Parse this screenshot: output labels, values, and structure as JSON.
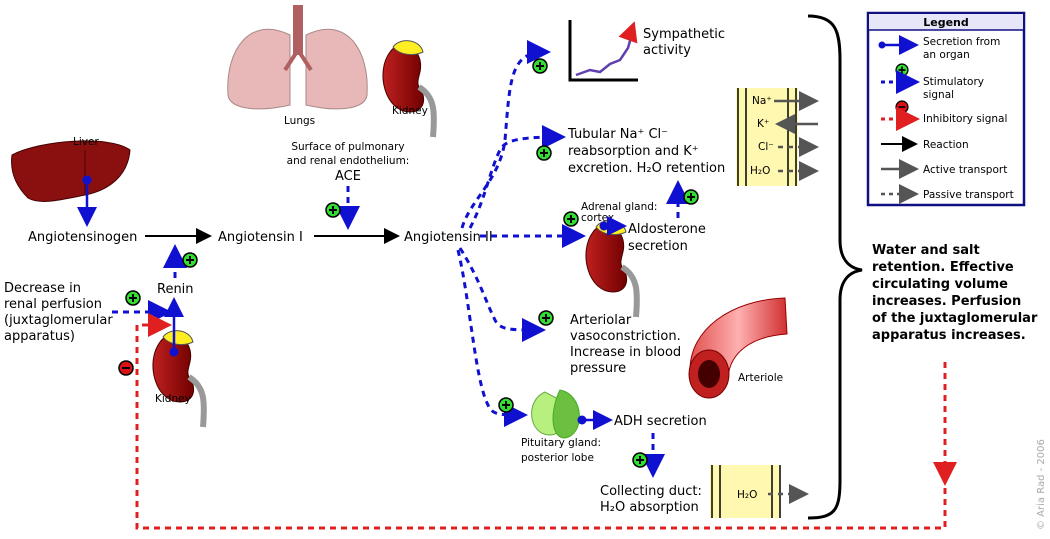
{
  "colors": {
    "stimulatory": "#1010d0",
    "inhibitory": "#e02020",
    "plus": "#33dd33",
    "minus": "#dd1111",
    "legend_border": "#101080",
    "membrane": "#fff8b0"
  },
  "labels": {
    "liver": "Liver",
    "lungs": "Lungs",
    "kidney_top": "Kidney",
    "kidney_bottom": "Kidney",
    "ace": [
      "Surface of pulmonary",
      "and renal endothelium:",
      "ACE"
    ],
    "angiotensinogen": "Angiotensinogen",
    "angiotensin1": "Angiotensin I",
    "angiotensin2": "Angiotensin II",
    "renin": "Renin",
    "perfusion": [
      "Decrease in",
      "renal perfusion",
      "(juxtaglomerular",
      "apparatus)"
    ],
    "sympathetic": [
      "Sympathetic",
      "activity"
    ],
    "tubular": [
      "Tubular Na⁺ Cl⁻",
      "reabsorption and K⁺",
      "excretion. H₂O retention"
    ],
    "adrenal": [
      "Adrenal gland:",
      "cortex"
    ],
    "aldosterone": [
      "Aldosterone",
      "secretion"
    ],
    "arteriolar": [
      "Arteriolar",
      "vasoconstriction.",
      "Increase in blood",
      "pressure"
    ],
    "arteriole": "Arteriole",
    "pituitary": [
      "Pituitary gland:",
      "posterior lobe"
    ],
    "adh": "ADH secretion",
    "collecting": [
      "Collecting duct:",
      "H₂O absorption"
    ],
    "ions": [
      "Na⁺",
      "K⁺",
      "Cl⁻",
      "H₂O"
    ],
    "duct_ion": "H₂O",
    "conclusion": [
      "Water and salt",
      "retention. Effective",
      "circulating volume",
      "increases. Perfusion",
      "of the juxtaglomerular",
      "apparatus increases."
    ],
    "copyright": "© Aria Rad - 2006"
  },
  "legend": {
    "title": "Legend",
    "items": [
      {
        "label": [
          "Secretion from",
          "an organ"
        ],
        "kind": "secretion"
      },
      {
        "label": [
          "Stimulatory",
          "signal"
        ],
        "kind": "stimulatory"
      },
      {
        "label": [
          "Inhibitory signal"
        ],
        "kind": "inhibitory"
      },
      {
        "label": [
          "Reaction"
        ],
        "kind": "reaction"
      },
      {
        "label": [
          "Active transport"
        ],
        "kind": "active"
      },
      {
        "label": [
          "Passive transport"
        ],
        "kind": "passive"
      }
    ]
  }
}
